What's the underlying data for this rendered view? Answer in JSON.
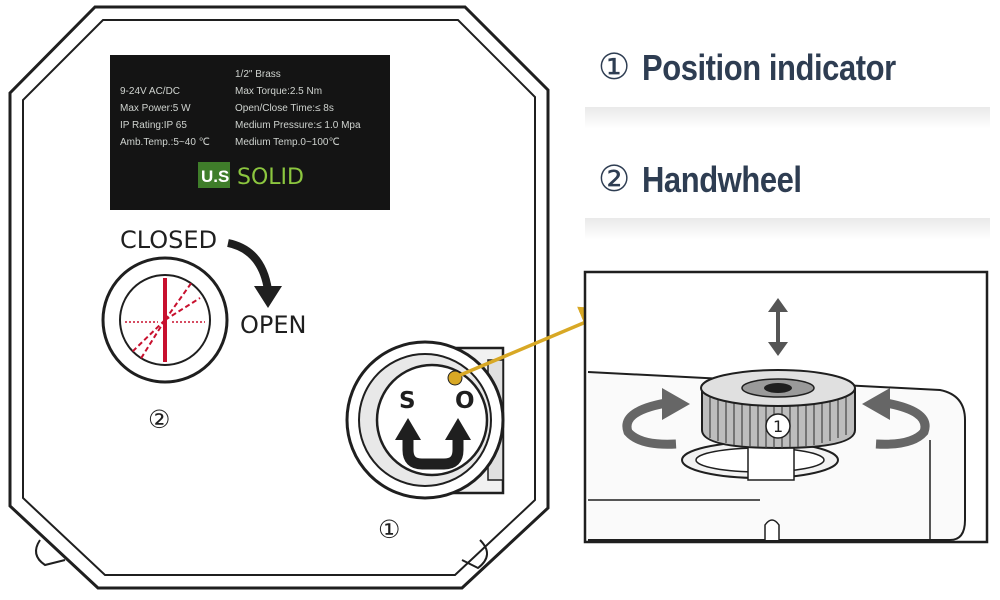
{
  "spec_label": {
    "lines_left": [
      "9-24V AC/DC",
      "Max Power:5 W",
      "IP Rating:IP 65",
      "Amb.Temp.:5~40 ℃"
    ],
    "lines_right": [
      "1/2\" Brass",
      "Max Torque:2.5 Nm",
      "Open/Close Time:≤ 8s",
      "Medium Pressure:≤ 1.0 Mpa",
      "Medium Temp.0~100℃"
    ],
    "brand_mark": "U.S",
    "brand_name": "SOLID"
  },
  "direction_labels": {
    "closed": "CLOSED",
    "open": "OPEN"
  },
  "knob_letters": {
    "shut": "S",
    "open": "O"
  },
  "callout_numbers": {
    "indicator": "②",
    "handwheel": "①",
    "detail": "1"
  },
  "legend": [
    {
      "marker": "①",
      "label": "Position indicator"
    },
    {
      "marker": "②",
      "label": "Handwheel"
    }
  ],
  "colors": {
    "ink": "#1f1f1f",
    "legend_text": "#2e3d52",
    "label_bg": "#141414",
    "label_green": "#8cc63f",
    "indicator_red": "#c8102e",
    "callout_gold": "#d8a825",
    "body_gray": "#e8e8e8"
  }
}
